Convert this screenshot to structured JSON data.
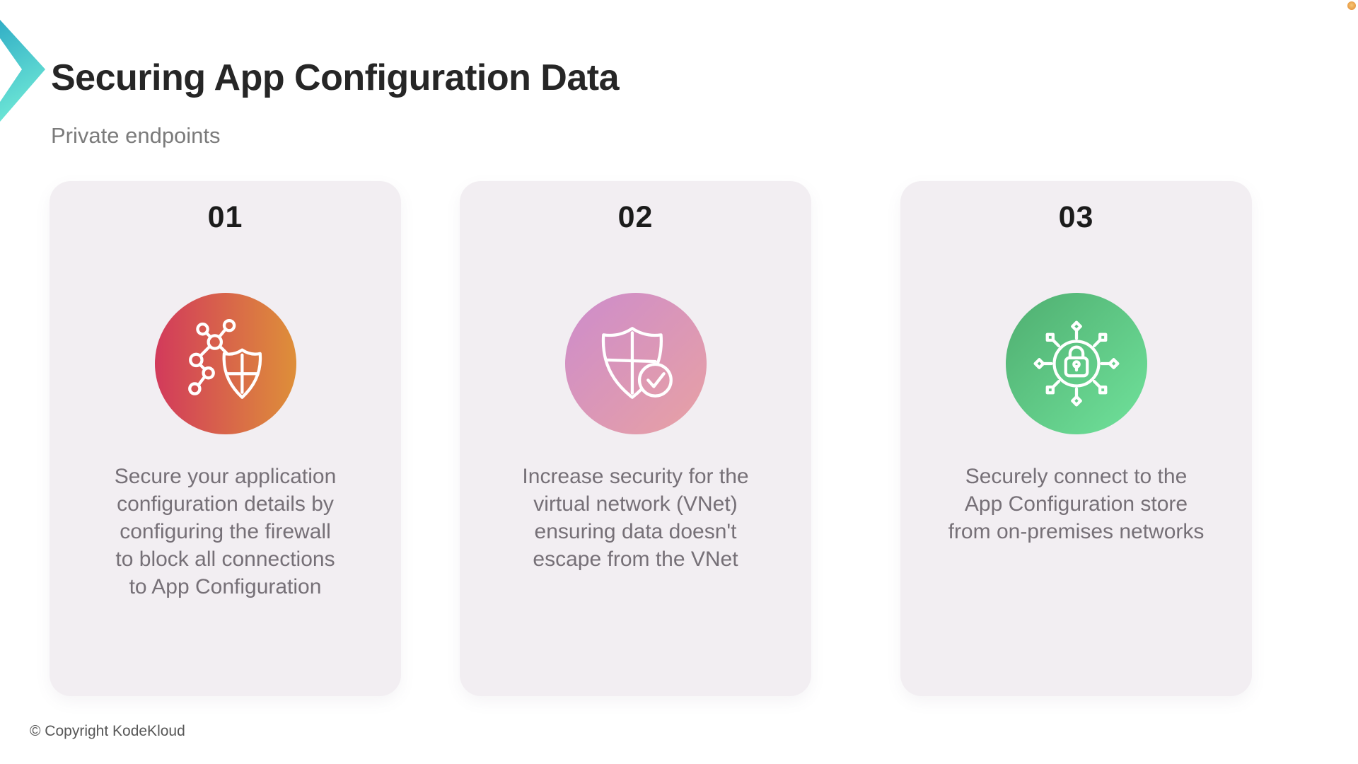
{
  "header": {
    "title": "Securing App Configuration Data",
    "subtitle": "Private endpoints"
  },
  "cards": [
    {
      "number": "01",
      "icon": "firewall-network-shield-icon",
      "gradient_angle": "90deg",
      "gradient_start": "#d23a5b",
      "gradient_end": "#de8f39",
      "text": "Secure your application\nconfiguration details by\nconfiguring the firewall\nto block all connections\nto App Configuration"
    },
    {
      "number": "02",
      "icon": "shield-check-icon",
      "gradient_angle": "135deg",
      "gradient_start": "#cd8ccc",
      "gradient_end": "#e8a1a3",
      "text": "Increase security for the\nvirtual network (VNet)\nensuring data doesn't\nescape from the VNet"
    },
    {
      "number": "03",
      "icon": "lock-network-hub-icon",
      "gradient_angle": "135deg",
      "gradient_start": "#4fae70",
      "gradient_end": "#70e29b",
      "text": "Securely connect to the\nApp Configuration store\nfrom on-premises networks"
    }
  ],
  "footer": {
    "copyright": "© Copyright KodeKloud"
  },
  "decor": {
    "chevron_gradient_start": "#31aec6",
    "chevron_gradient_end": "#6fe8d6",
    "corner_dot_color": "#e89a43",
    "corner_dot_highlight": "#f6c877",
    "card_background": "#f2eef2"
  }
}
